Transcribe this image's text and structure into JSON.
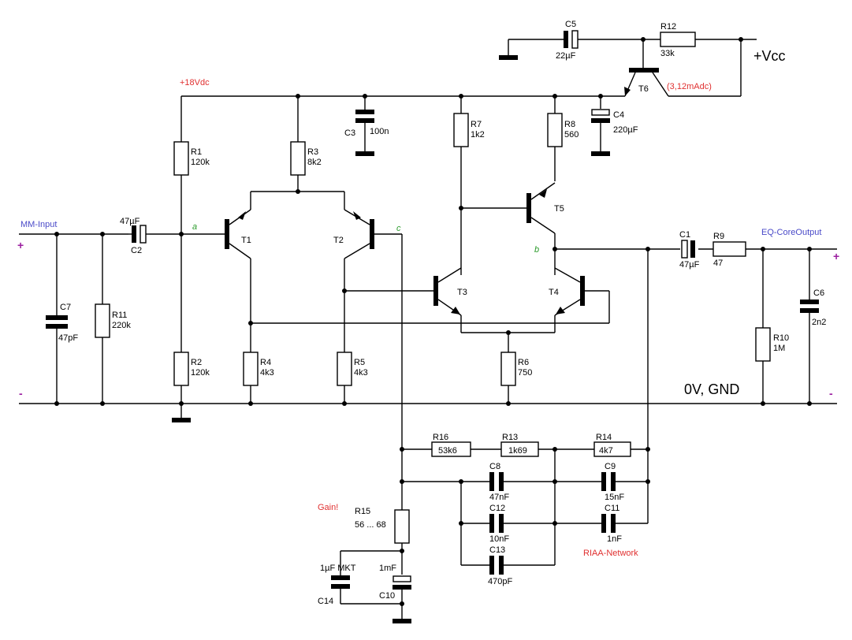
{
  "supply": {
    "vcc": "+Vcc",
    "rail": "+18Vdc",
    "gnd": "0V, GND",
    "t6_current": "(3,12mAdc)"
  },
  "io": {
    "input": "MM-Input",
    "output": "EQ-CoreOutput",
    "plus": "+",
    "minus": "-"
  },
  "notes": {
    "gain": "Gain!",
    "riaa": "RIAA-Network"
  },
  "nodes": {
    "a": "a",
    "b": "b",
    "c": "c"
  },
  "resistors": {
    "r1": {
      "name": "R1",
      "value": "120k"
    },
    "r2": {
      "name": "R2",
      "value": "120k"
    },
    "r3": {
      "name": "R3",
      "value": "8k2"
    },
    "r4": {
      "name": "R4",
      "value": "4k3"
    },
    "r5": {
      "name": "R5",
      "value": "4k3"
    },
    "r6": {
      "name": "R6",
      "value": "750"
    },
    "r7": {
      "name": "R7",
      "value": "1k2"
    },
    "r8": {
      "name": "R8",
      "value": "560"
    },
    "r9": {
      "name": "R9",
      "value": "47"
    },
    "r10": {
      "name": "R10",
      "value": "1M"
    },
    "r11": {
      "name": "R11",
      "value": "220k"
    },
    "r12": {
      "name": "R12",
      "value": "33k"
    },
    "r13": {
      "name": "R13",
      "value": "1k69"
    },
    "r14": {
      "name": "R14",
      "value": "4k7"
    },
    "r15": {
      "name": "R15",
      "value": "56 ... 68"
    },
    "r16": {
      "name": "R16",
      "value": "53k6"
    }
  },
  "capacitors": {
    "c1": {
      "name": "C1",
      "value": "47µF"
    },
    "c2": {
      "name": "C2",
      "value": "47µF"
    },
    "c3": {
      "name": "C3",
      "value": "100n"
    },
    "c4": {
      "name": "C4",
      "value": "220µF"
    },
    "c5": {
      "name": "C5",
      "value": "22µF"
    },
    "c6": {
      "name": "C6",
      "value": "2n2"
    },
    "c7": {
      "name": "C7",
      "value": "47pF"
    },
    "c8": {
      "name": "C8",
      "value": "47nF"
    },
    "c9": {
      "name": "C9",
      "value": "15nF"
    },
    "c10": {
      "name": "C10",
      "value": "1mF"
    },
    "c11": {
      "name": "C11",
      "value": "1nF"
    },
    "c12": {
      "name": "C12",
      "value": "10nF"
    },
    "c13": {
      "name": "C13",
      "value": "470pF"
    },
    "c14": {
      "name": "C14",
      "value": "1µF MKT"
    }
  },
  "transistors": {
    "t1": "T1",
    "t2": "T2",
    "t3": "T3",
    "t4": "T4",
    "t5": "T5",
    "t6": "T6"
  }
}
